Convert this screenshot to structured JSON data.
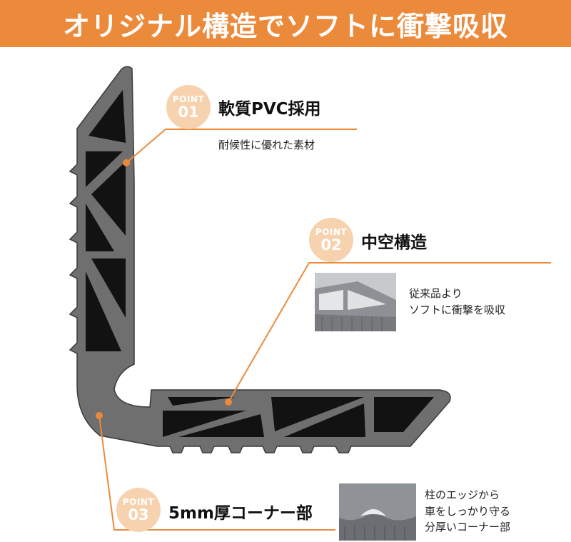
{
  "banner": {
    "title": "オリジナル構造でソフトに衝撃吸収",
    "color": "#ec8a3c"
  },
  "points": [
    {
      "word": "POINT",
      "number": "01",
      "title": "軟質PVC採用",
      "desc": [
        "耐候性に優れた素材"
      ]
    },
    {
      "word": "POINT",
      "number": "02",
      "title": "中空構造",
      "desc": [
        "従来品より",
        "ソフトに衝撃を吸収"
      ]
    },
    {
      "word": "POINT",
      "number": "03",
      "title": "5mm厚コーナー部",
      "desc": [
        "柱のエッジから",
        "車をしっかり守る",
        "分厚いコーナー部"
      ]
    }
  ],
  "colors": {
    "accent": "#ec8a3c",
    "badge": "#f7d2ae",
    "profile": "#6f6f6f",
    "hollow": "#121212"
  }
}
